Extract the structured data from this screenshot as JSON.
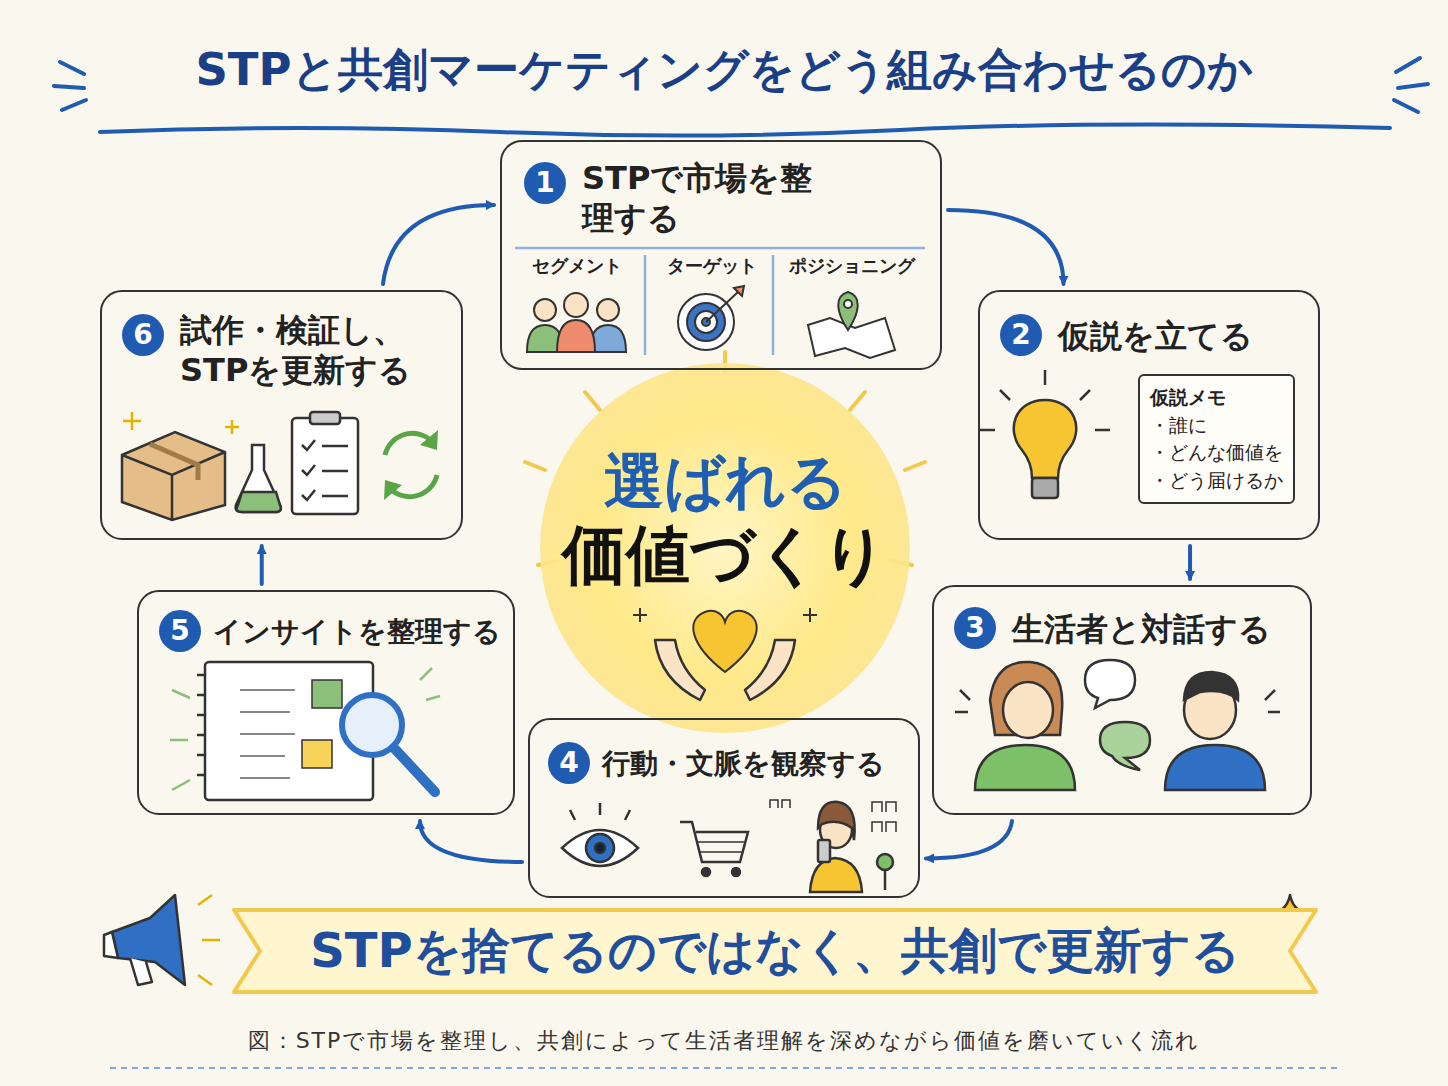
{
  "diagram": {
    "title": "STPと共創マーケティングをどう組み合わせるのか",
    "caption": "図：STPで市場を整理し、共創によって生活者理解を深めながら価値を磨いていく流れ",
    "nodes": [
      {
        "text": [
          "1",
          "STPで市場を整理する",
          "セグメント",
          "ターゲット",
          "ポジショニング"
        ]
      },
      {
        "text": [
          "2",
          "仮説を立てる"
        ]
      },
      {
        "text": [
          "仮説メモ",
          "・誰に",
          "・どんな価値を",
          "・どう届けるか"
        ],
        "in": 1
      },
      {
        "text": [
          "3",
          "生活者と対話する"
        ]
      },
      {
        "text": [
          "4",
          "行動・文脈を観察する"
        ]
      },
      {
        "text": [
          "5",
          "インサイトを整理する"
        ]
      },
      {
        "text": [
          "6",
          "試作・検証し、STPを更新する"
        ]
      },
      {
        "text": [
          "選ばれる",
          "価値づくり"
        ]
      },
      {
        "text": [
          "STPを捨てるのではなく、共創で更新する"
        ]
      }
    ],
    "edges": [
      {
        "from": 0,
        "to": 1,
        "arrow": "to"
      },
      {
        "from": 1,
        "to": 3,
        "arrow": "to"
      },
      {
        "from": 3,
        "to": 4,
        "arrow": "to"
      },
      {
        "from": 4,
        "to": 5,
        "arrow": "to"
      },
      {
        "from": 5,
        "to": 6,
        "arrow": "to"
      },
      {
        "from": 6,
        "to": 0,
        "arrow": "to"
      }
    ]
  }
}
